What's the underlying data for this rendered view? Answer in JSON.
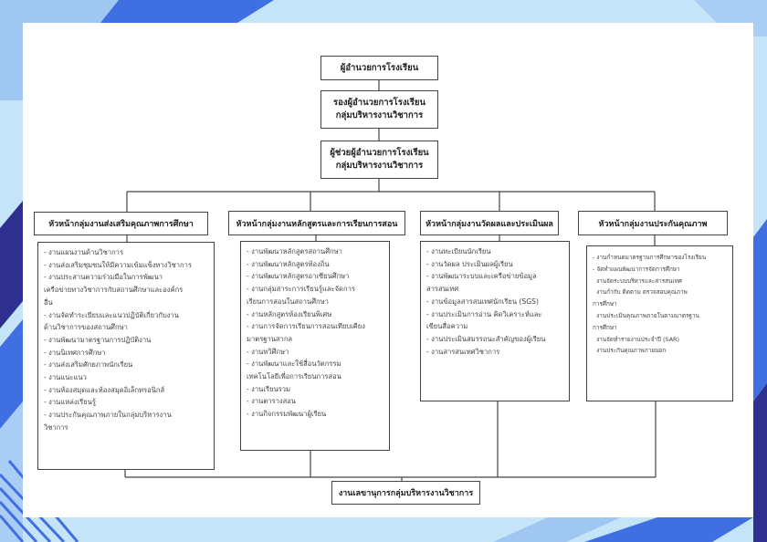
{
  "chart": {
    "top": "ผู้อำนวยการโรงเรียน",
    "deputy": [
      "รองผู้อำนวยการโรงเรียน",
      "กลุ่มบริหารงานวิชาการ"
    ],
    "assistant": [
      "ผู้ช่วยผู้อำนวยการโรงเรียน",
      "กลุ่มบริหารงานวิชาการ"
    ],
    "groups": [
      {
        "head": "หัวหน้ากลุ่มงานส่งเสริมคุณภาพการศึกษา",
        "items": [
          "- งานแผนงานด้านวิชาการ",
          "- งานส่งเสริมชุมชนให้มีความเข้มแข็งทางวิชาการ",
          "- งานประสานความร่วมมือในการพัฒนา",
          "เครือข่ายทางวิชาการกับสถานศึกษาและองค์กร",
          "อื่น",
          "- งานจัดทำระเบียบและแนวปฏิบัติเกี่ยวกับงาน",
          "ด้านวิชาการของสถานศึกษา",
          "- งานพัฒนามาตรฐานการปฏิบัติงาน",
          "- งานนิเทศการศึกษา",
          "- งานส่งเสริมศักยภาพนักเรียน",
          "- งานแนะแนว",
          "- งานห้องสมุดและห้องสมุดอิเล็กทรอนิกส์",
          "- งานแหล่งเรียนรู้",
          "- งานประกันคุณภาพภายในกลุ่มบริหารงาน",
          "วิชาการ"
        ]
      },
      {
        "head": "หัวหน้ากลุ่มงานหลักสูตรและการเรียนการสอน",
        "items": [
          "- งานพัฒนาหลักสูตรสถานศึกษา",
          "- งานพัฒนาหลักสูตรท้องถิ่น",
          "- งานพัฒนาหลักสูตรอาเซียนศึกษา",
          "- งานกลุ่มสาระการเรียนรู้และจัดการ",
          "เรียนการสอนในสถานศึกษา",
          "- งานหลักสูตรห้องเรียนพิเศษ",
          "- งานการจัดการเรียนการสอนเทียบเคียง",
          "มาตรฐานสากล",
          "- งานทวิศึกษา",
          "- งานพัฒนาและใช้สื่อนวัตกรรม",
          "เทคโนโลยีเพื่อการเรียนการสอน",
          "- งานเรียนรวม",
          "- งานตารางสอน",
          "- งานกิจกรรมพัฒนาผู้เรียน"
        ]
      },
      {
        "head": "หัวหน้ากลุ่มงานวัดผลและประเมินผล",
        "items": [
          "- งานทะเบียนนักเรียน",
          "- งานวัดผล ประเมินผลผู้เรียน",
          "- งานพัฒนาระบบและเครือข่ายข้อมูล",
          "สารสนเทศ",
          "- งานข้อมูลสารสนเทศนักเรียน (SGS)",
          "- งานประเมินการอ่าน คิดวิเคราะห์และ",
          "เขียนสื่อความ",
          "- งานประเมินสมรรถนะสำคัญของผู้เรียน",
          "- งานสารสนเทศวิชาการ"
        ]
      },
      {
        "head": "หัวหน้ากลุ่มงานประกันคุณภาพ",
        "items": [
          "- งานกำหนดมาตรฐานการศึกษาของโรงเรียน",
          "- จัดทำแผนพัฒนาการจัดการศึกษา",
          "  งานจัดระบบบริหารและสารสนเทศ",
          "  งานกำกับ ติดตาม ตรวจสอบคุณภาพ",
          "การศึกษา",
          "  งานประเมินคุณภาพภายในตามมาตรฐาน",
          "การศึกษา",
          "  งานจัดทำรายงานประจำปี (SAR)",
          "  งานประกันคุณภาพภายนอก"
        ]
      }
    ],
    "secretary": "งานเลขานุการกลุ่มบริหารงานวิชาการ"
  },
  "colors": {
    "background": "#c6e4f8",
    "navy": "#2e2f8f",
    "blue": "#3f6fe0",
    "line": "#444444"
  }
}
